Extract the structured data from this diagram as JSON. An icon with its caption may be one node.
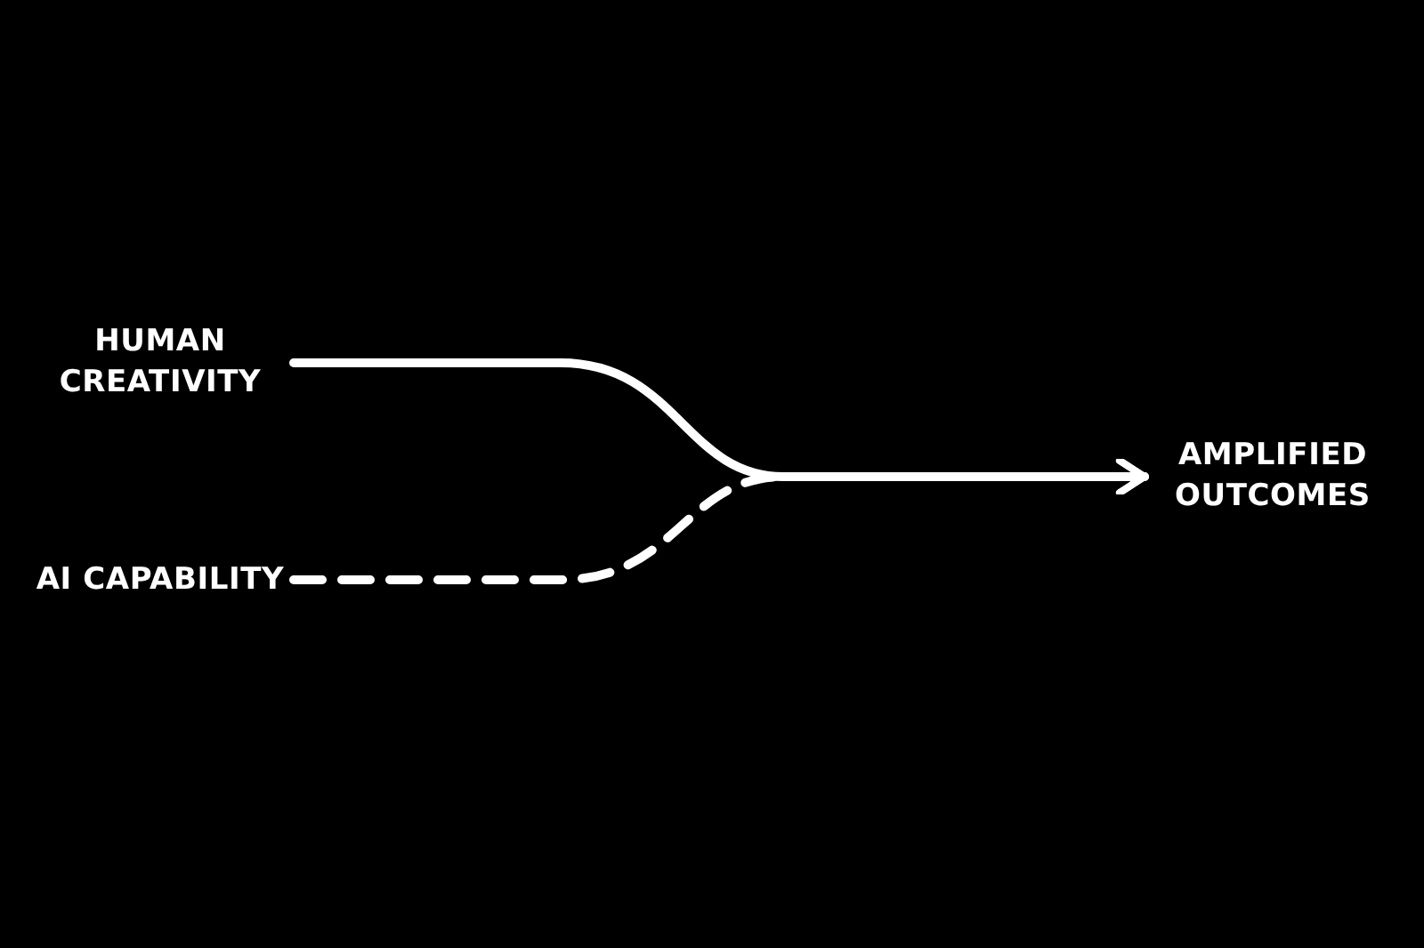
{
  "diagram": {
    "nodes": [
      {
        "text": [
          "HUMAN CREATIVITY"
        ]
      },
      {
        "text": [
          "AI CAPABILITY"
        ]
      },
      {
        "text": [
          "AMPLIFIED OUTCOMES"
        ]
      }
    ],
    "edges": [
      {
        "from": 0,
        "to": 2,
        "arrow": "to"
      },
      {
        "from": 1,
        "to": 2,
        "arrow": "to",
        "style": "dashed"
      }
    ]
  }
}
